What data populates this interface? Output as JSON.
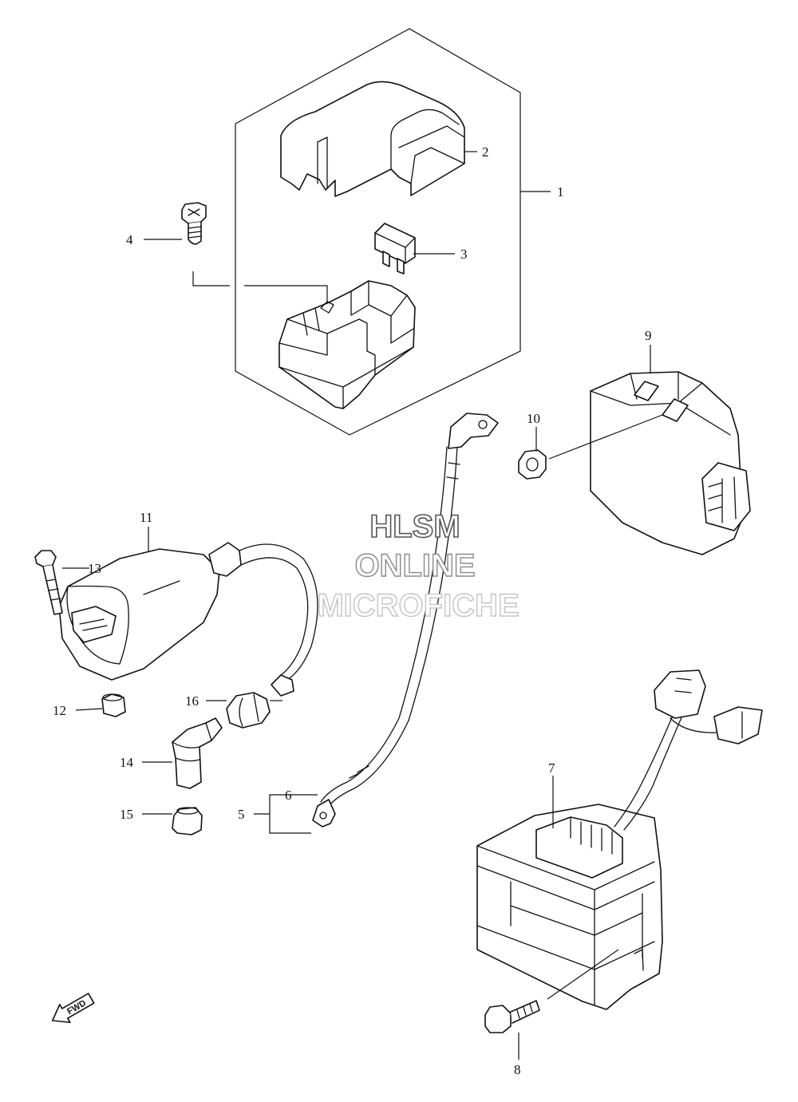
{
  "callouts": {
    "c1": "1",
    "c2": "2",
    "c3": "3",
    "c4": "4",
    "c5": "5",
    "c6": "6",
    "c7": "7",
    "c8": "8",
    "c9": "9",
    "c10": "10",
    "c11": "11",
    "c12": "12",
    "c13": "13",
    "c14": "14",
    "c15": "15",
    "c16": "16"
  },
  "watermark": {
    "line1": "HLSM",
    "line2": "ONLINE",
    "line3": "MICROFICHE",
    "line1_color": "#555555",
    "line2_color": "#8a8a8a",
    "line3_color": "#c4c4c4"
  },
  "fwd_label": "FWD"
}
